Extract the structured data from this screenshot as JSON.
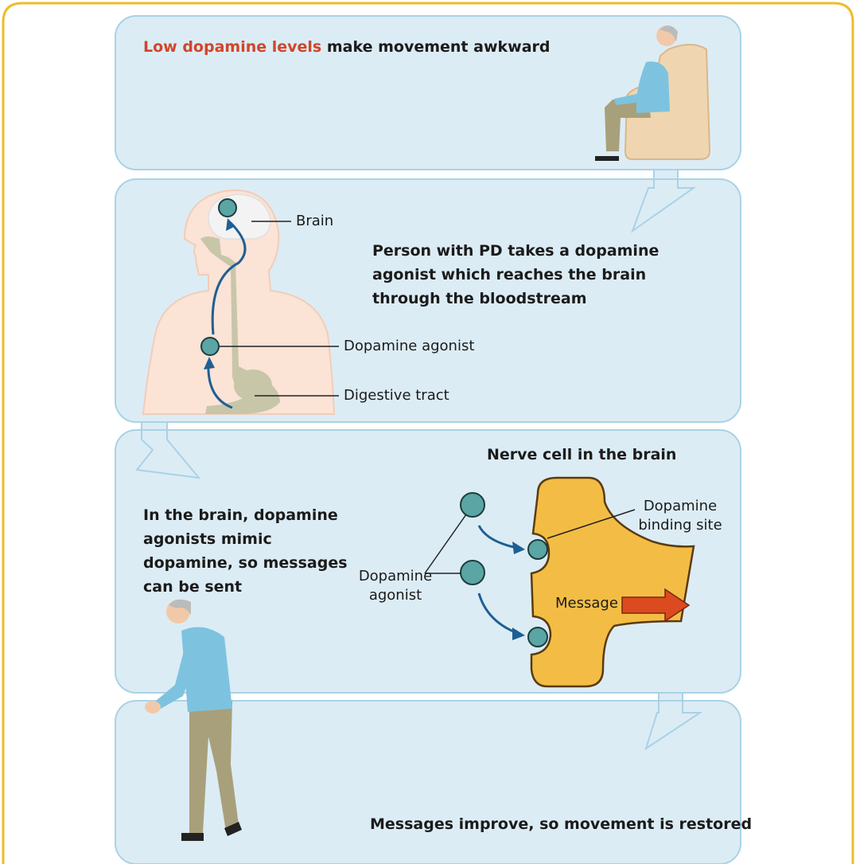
{
  "panel1": {
    "heading_highlight": "Low dopamine levels",
    "heading_rest": " make movement awkward"
  },
  "panel2": {
    "description": "Person with PD takes a dopamine agonist which reaches the brain through the bloodstream",
    "labels": {
      "brain": "Brain",
      "agonist": "Dopamine agonist",
      "digestive": "Digestive tract"
    }
  },
  "panel3": {
    "title": "Nerve cell in the brain",
    "description": "In the brain, dopamine agonists mimic dopamine, so messages can be sent",
    "labels": {
      "binding_site": "Dopamine binding site",
      "agonist": "Dopamine agonist",
      "message": "Message"
    }
  },
  "panel4": {
    "description": "Messages improve, so movement is restored"
  },
  "colors": {
    "frame": "#eebc2a",
    "panel_fill": "#dcecf5",
    "panel_stroke": "#a9d2e6",
    "agonist": "#5ba5a4",
    "arrow_blue": "#1e5f94",
    "nerve_cell": "#f3bd45",
    "message_arrow": "#dc4a1f",
    "highlight_text": "#d0462a"
  }
}
